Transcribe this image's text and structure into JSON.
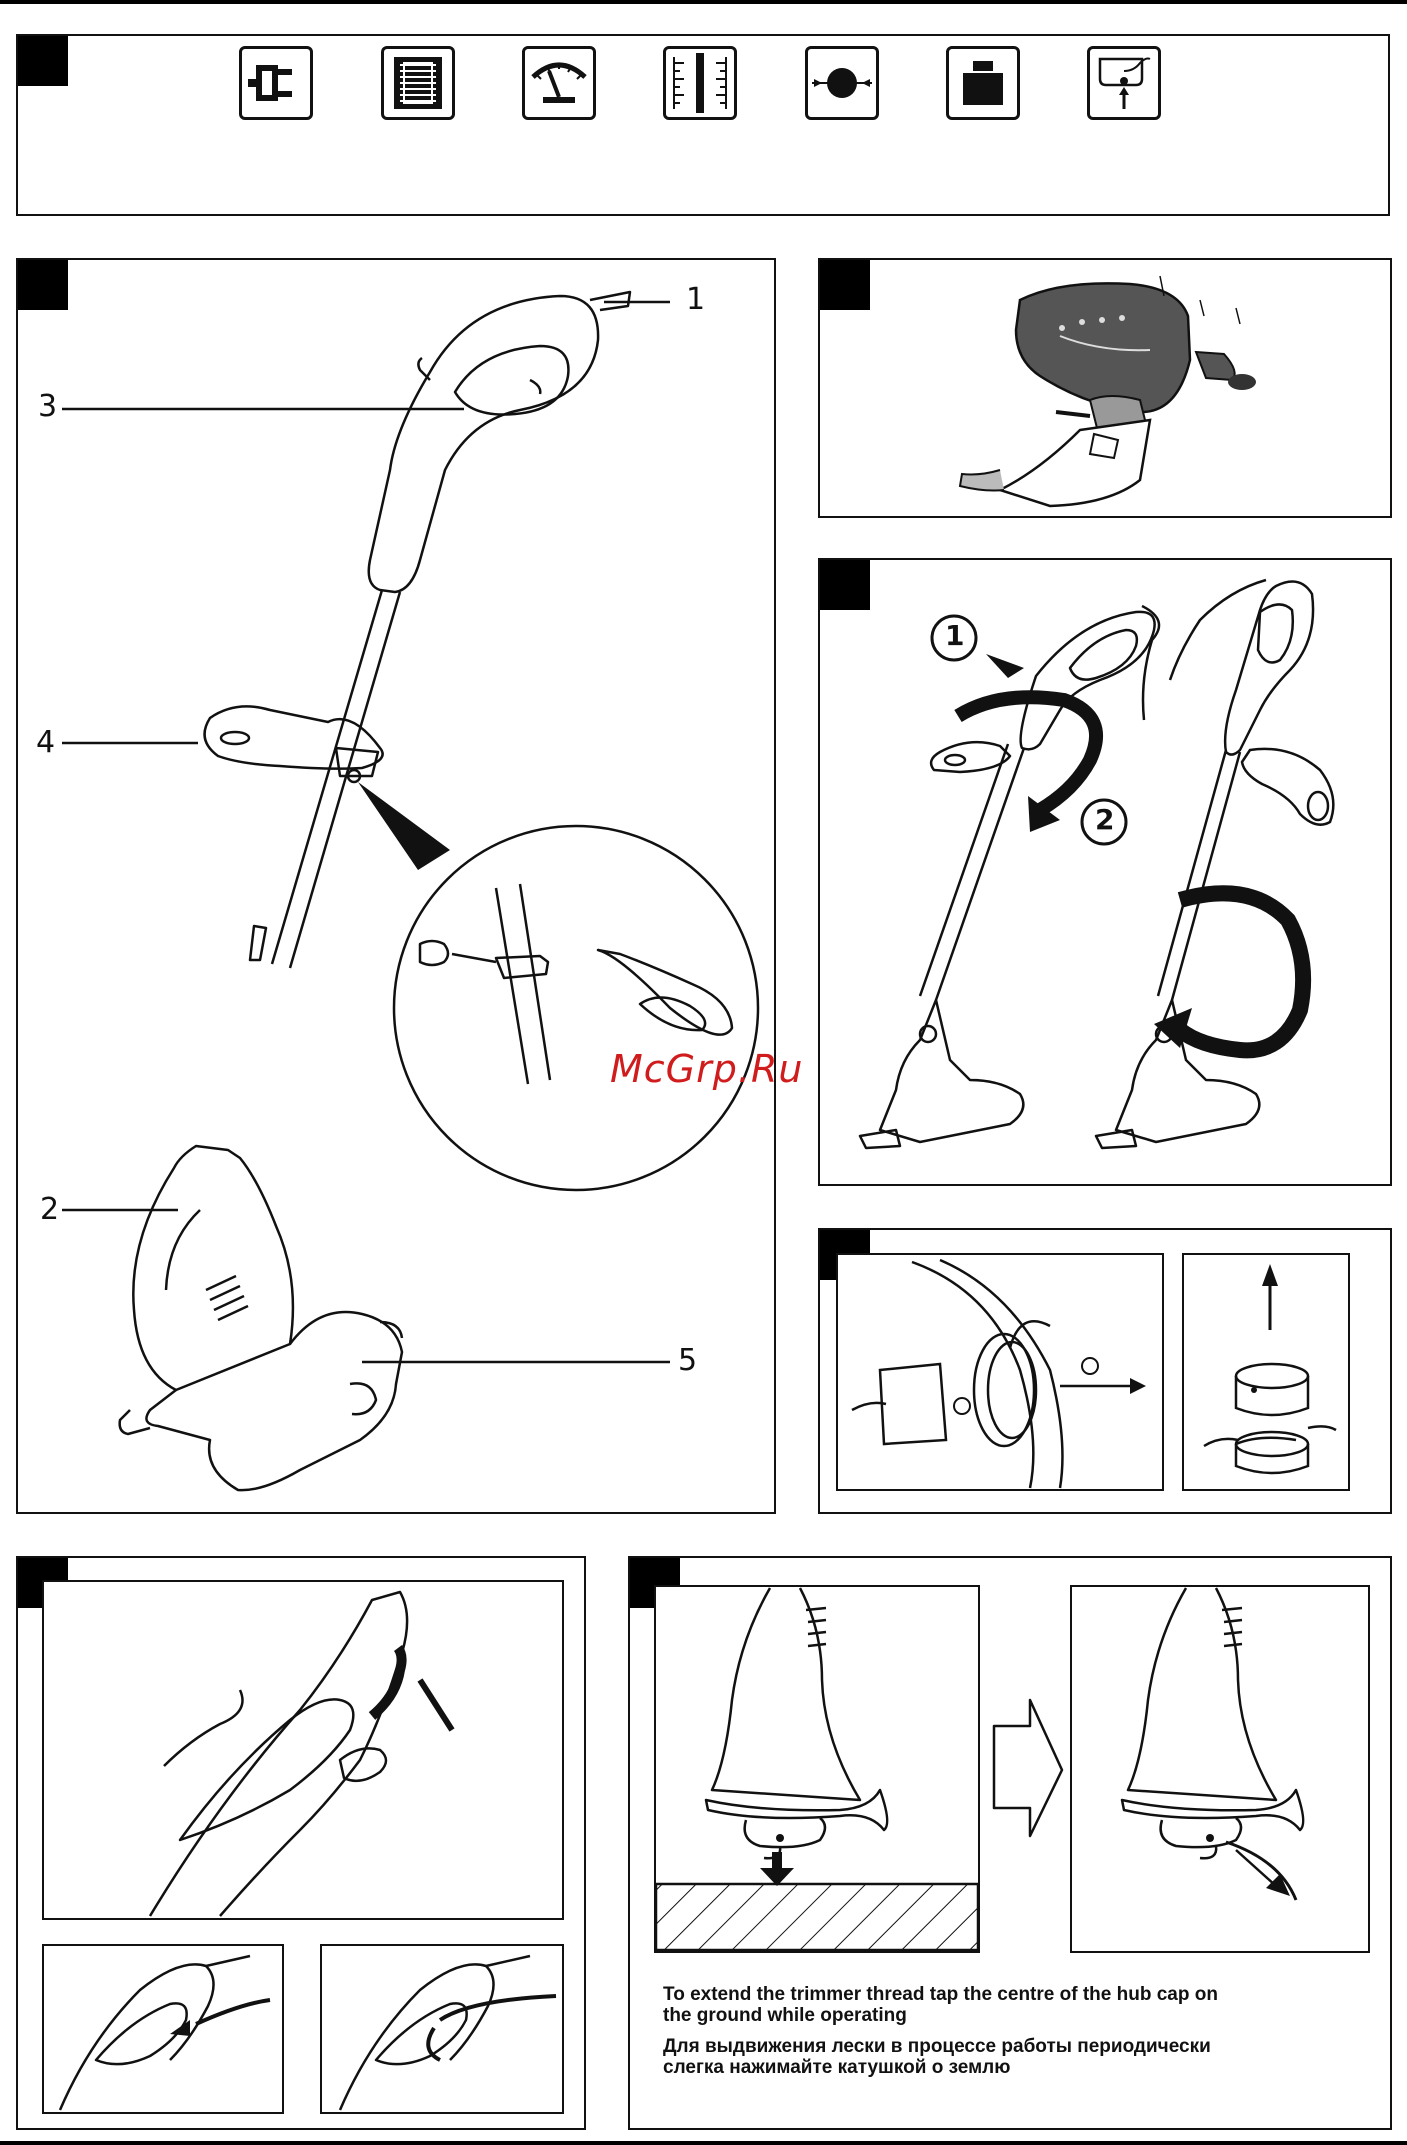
{
  "watermark": "McGrp.Ru",
  "callouts": {
    "c1": "1",
    "c2": "2",
    "c3": "3",
    "c4": "4",
    "c5": "5"
  },
  "steps": {
    "s1": "1",
    "s2": "2"
  },
  "caption": {
    "english": "To extend the trimmer thread tap the centre of the hub cap on the ground while operating",
    "russian": "Для выдвижения лески в процессе работы периодически слегка нажимайте катушкой о землю"
  },
  "icons": [
    "plug-icon",
    "motor-icon",
    "speed-gauge-icon",
    "cutting-width-icon",
    "line-diameter-icon",
    "weight-icon",
    "line-feed-icon"
  ]
}
